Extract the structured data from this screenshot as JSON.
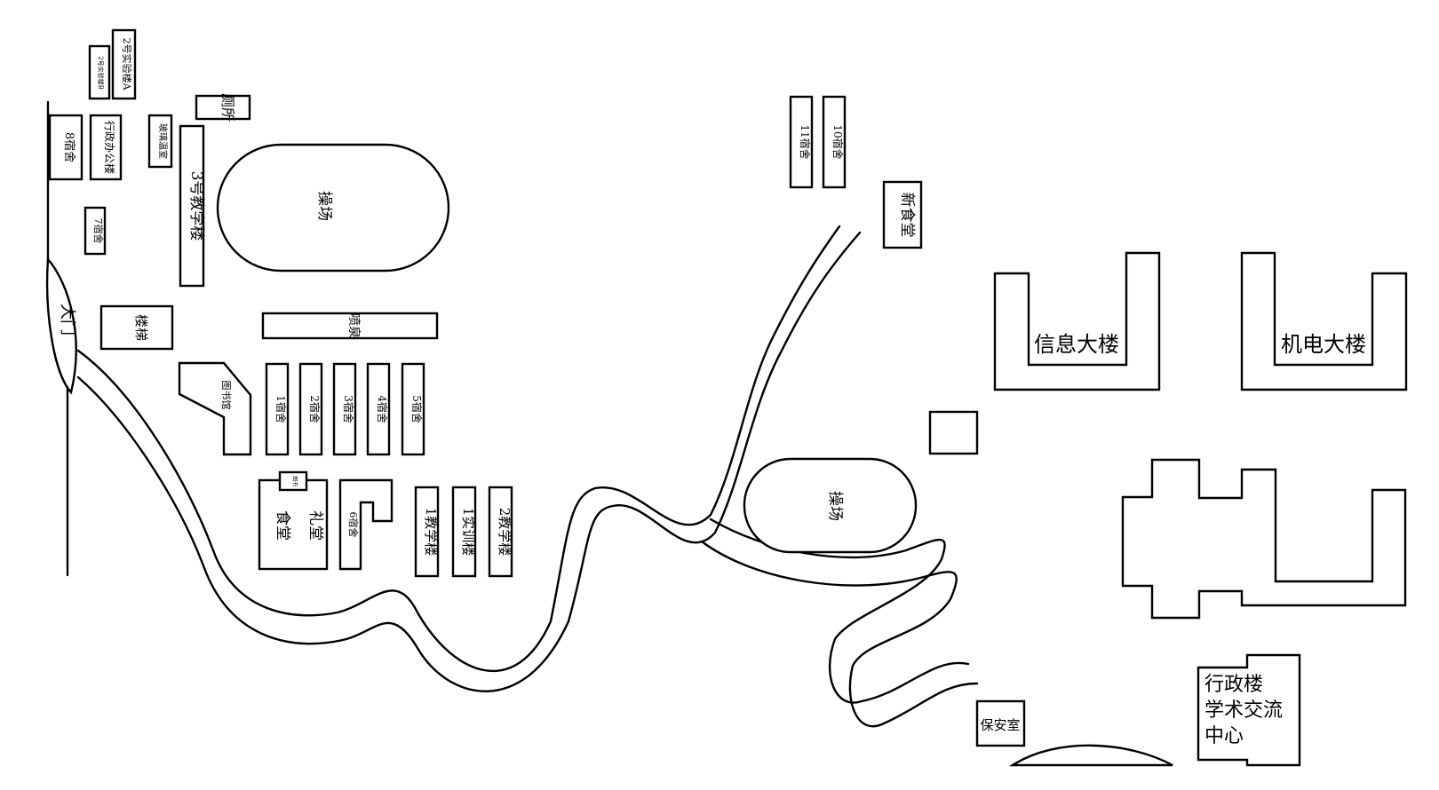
{
  "labels": {
    "lab2a": "2号实验楼A",
    "lab2b": "2号实验楼B",
    "toilet": "厕所",
    "dorm8": "8宿舍",
    "admin_office": "行政办公楼",
    "greenhouse": "玻璃温室",
    "teach3": "3号教学楼",
    "playground_west": "操场",
    "dorm7": "7宿舍",
    "gate": "大门",
    "stairs": "楼梯",
    "fountain": "喷泉",
    "library": "图书馆",
    "dorm1": "1宿舍",
    "dorm2": "2宿舍",
    "dorm3": "3宿舍",
    "dorm4": "4宿舍",
    "dorm5": "5宿舍",
    "auditorium": "礼堂",
    "canteen": "食堂",
    "mini_hall": "图书",
    "dorm6": "6宿舍",
    "teach1": "1教学楼",
    "train1": "1实训楼",
    "teach2": "2教学楼",
    "dorm11": "11宿舍",
    "dorm10": "10宿舍",
    "new_canteen": "新食堂",
    "playground_east": "操场",
    "info_building": "信息大楼",
    "mech_building": "机电大楼",
    "security": "保安室",
    "admin_line1": "行政楼",
    "admin_line2": "学术交流",
    "admin_line3": "中心"
  }
}
